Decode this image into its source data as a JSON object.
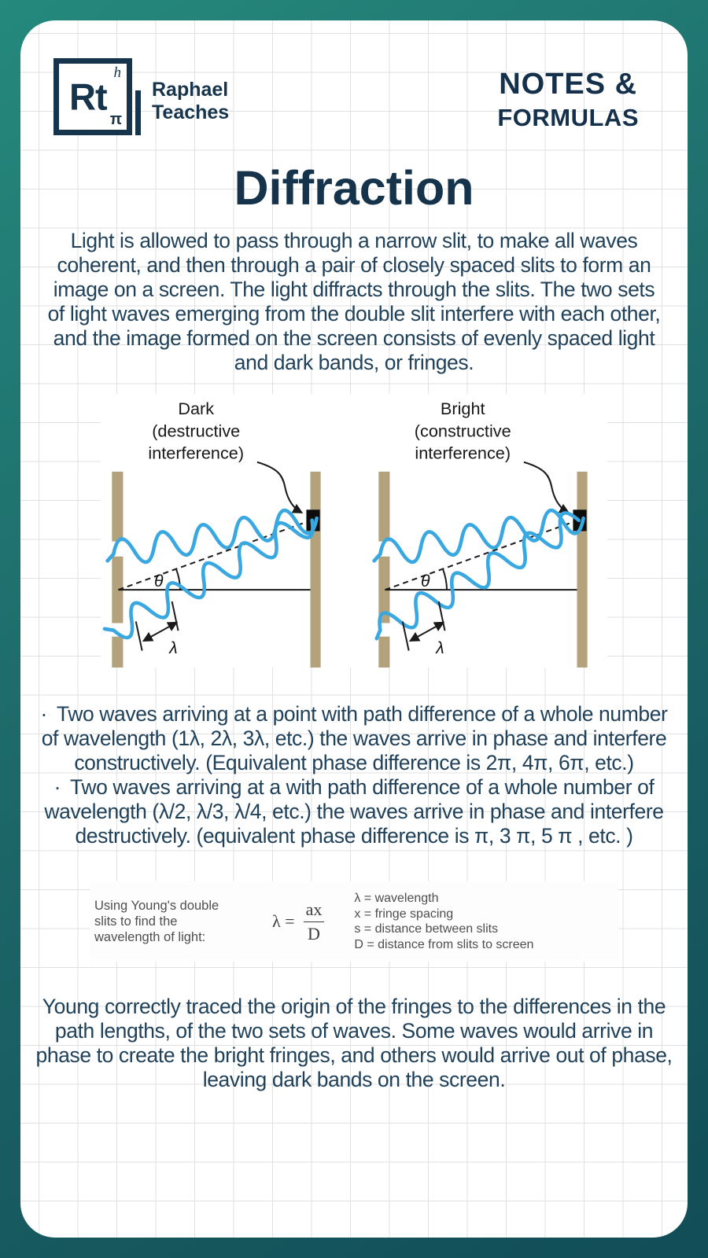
{
  "colors": {
    "brand_navy": "#16344c",
    "body_text": "#20415a",
    "teal_border_light": "#25897d",
    "teal_border_dark": "#114d57",
    "wave_blue": "#39a7e0",
    "barrier_tan": "#b3a27b",
    "formula_gray": "#4e4e4e"
  },
  "header": {
    "logo": {
      "symbol": "Rt",
      "superscript": "h",
      "subscript": "π",
      "brand_line1": "Raphael",
      "brand_line2": "Teaches"
    },
    "title_line1": "NOTES &",
    "title_line2": "FORMULAS"
  },
  "page_title": "Diffraction",
  "intro": "Light is allowed to pass through a narrow slit, to make all waves coherent, and then through a pair of closely spaced slits to form an image on a screen. The light diffracts through the slits. The two sets of light waves emerging from the double slit interfere with each other, and the image formed on the screen consists of evenly spaced light and dark bands, or fringes.",
  "diagram": {
    "left": {
      "label_line1": "Dark",
      "label_line2": "(destructive",
      "label_line3": "interference)",
      "theta": "θ",
      "lambda": "λ"
    },
    "right": {
      "label_line1": "Bright",
      "label_line2": "(constructive",
      "label_line3": "interference)",
      "theta": "θ",
      "lambda": "λ"
    }
  },
  "bullets": [
    {
      "marker": "·",
      "text": "Two waves arriving at a point with path difference of a whole number of wavelength (1λ, 2λ, 3λ, etc.) the waves arrive in phase and interfere constructively. (Equivalent phase difference is 2π, 4π, 6π, etc.)"
    },
    {
      "marker": "·",
      "text": "Two waves arriving at a with path difference of a whole number of wavelength (λ/2, λ/3, λ/4, etc.) the waves arrive in phase and interfere destructively. (equivalent phase difference is π, 3 π, 5 π , etc. )"
    }
  ],
  "formula": {
    "caption_line1": "Using Young's double",
    "caption_line2": "slits to find the",
    "caption_line3": "wavelength of light:",
    "lhs": "λ =",
    "numerator": "ax",
    "denominator": "D",
    "legend_line1": "λ = wavelength",
    "legend_line2": "x = fringe spacing",
    "legend_line3": "s = distance between slits",
    "legend_line4": "D = distance from slits to screen"
  },
  "closing": "Young correctly traced the origin of the fringes to the differences in the path lengths, of the two sets of waves. Some waves would arrive in phase to create the bright fringes, and others would arrive out of phase, leaving dark bands on the screen."
}
